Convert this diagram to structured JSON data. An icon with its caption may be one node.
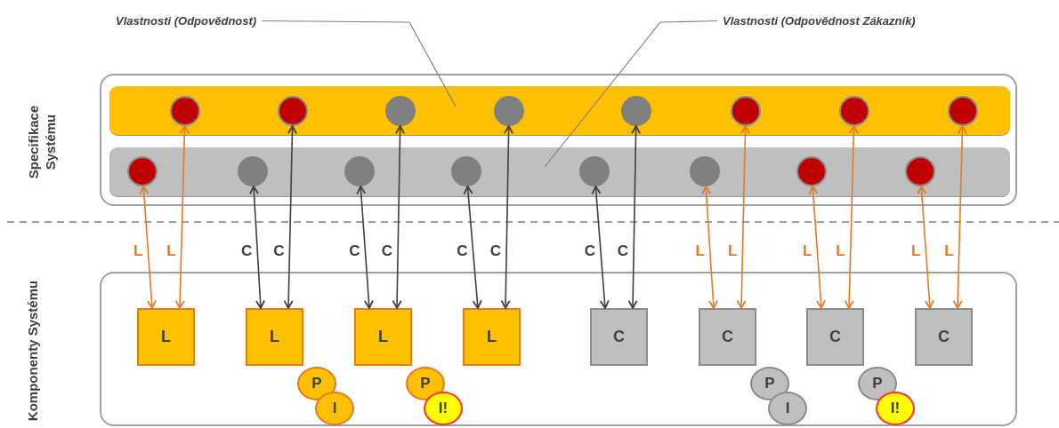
{
  "diagram": {
    "nodes": [
      {
        "text": [
          "Vlastnosti (Odpovědnost)"
        ]
      },
      {
        "text": [
          "Vlastnosti (Odpovědnost Zákazník)"
        ]
      },
      {
        "text": [
          "Specifikace Systému"
        ]
      },
      {
        "text": [],
        "shape": "bar",
        "in": 2
      },
      {
        "text": [],
        "shape": "circle",
        "in": 3
      },
      {
        "text": [],
        "shape": "circle",
        "in": 3
      },
      {
        "text": [],
        "shape": "circle",
        "in": 3
      },
      {
        "text": [],
        "shape": "circle",
        "in": 3
      },
      {
        "text": [],
        "shape": "circle",
        "in": 3
      },
      {
        "text": [],
        "shape": "circle",
        "in": 3
      },
      {
        "text": [],
        "shape": "circle",
        "in": 3
      },
      {
        "text": [],
        "shape": "circle",
        "in": 3
      },
      {
        "text": [],
        "shape": "bar",
        "in": 2
      },
      {
        "text": [],
        "shape": "circle",
        "in": 12
      },
      {
        "text": [],
        "shape": "circle",
        "in": 12
      },
      {
        "text": [],
        "shape": "circle",
        "in": 12
      },
      {
        "text": [],
        "shape": "circle",
        "in": 12
      },
      {
        "text": [],
        "shape": "circle",
        "in": 12
      },
      {
        "text": [],
        "shape": "circle",
        "in": 12
      },
      {
        "text": [],
        "shape": "circle",
        "in": 12
      },
      {
        "text": [],
        "shape": "circle",
        "in": 12
      },
      {
        "text": [
          "Komponenty Systému"
        ]
      },
      {
        "text": [
          "L"
        ],
        "in": 21
      },
      {
        "text": [
          "L"
        ],
        "in": 21
      },
      {
        "text": [
          "P"
        ],
        "in": 21
      },
      {
        "text": [
          "I"
        ],
        "in": 21
      },
      {
        "text": [
          "L"
        ],
        "in": 21
      },
      {
        "text": [
          "P"
        ],
        "in": 21
      },
      {
        "text": [
          "I!"
        ],
        "in": 21
      },
      {
        "text": [
          "L"
        ],
        "in": 21
      },
      {
        "text": [
          "C"
        ],
        "in": 21
      },
      {
        "text": [
          "C"
        ],
        "in": 21
      },
      {
        "text": [
          "P"
        ],
        "in": 21
      },
      {
        "text": [
          "I"
        ],
        "in": 21
      },
      {
        "text": [
          "C"
        ],
        "in": 21
      },
      {
        "text": [
          "P"
        ],
        "in": 21
      },
      {
        "text": [
          "I!"
        ],
        "in": 21
      },
      {
        "text": [
          "C"
        ],
        "in": 21
      }
    ],
    "edges": [
      {
        "from": 13,
        "to": 22,
        "arrow": "both",
        "label": "L"
      },
      {
        "from": 4,
        "to": 22,
        "arrow": "both",
        "label": "L"
      },
      {
        "from": 14,
        "to": 23,
        "arrow": "both",
        "label": "C",
        "color": "#404040"
      },
      {
        "from": 5,
        "to": 23,
        "arrow": "both",
        "label": "C",
        "color": "#404040"
      },
      {
        "from": 15,
        "to": 26,
        "arrow": "both",
        "label": "C",
        "color": "#404040"
      },
      {
        "from": 6,
        "to": 26,
        "arrow": "both",
        "label": "C",
        "color": "#404040"
      },
      {
        "from": 16,
        "to": 29,
        "arrow": "both",
        "label": "C",
        "color": "#404040"
      },
      {
        "from": 7,
        "to": 29,
        "arrow": "both",
        "label": "C",
        "color": "#404040"
      },
      {
        "from": 17,
        "to": 30,
        "arrow": "both",
        "label": "C",
        "color": "#404040"
      },
      {
        "from": 8,
        "to": 30,
        "arrow": "both",
        "label": "C",
        "color": "#404040"
      },
      {
        "from": 18,
        "to": 31,
        "arrow": "both",
        "label": "L"
      },
      {
        "from": 9,
        "to": 31,
        "arrow": "both",
        "label": "L"
      },
      {
        "from": 19,
        "to": 34,
        "arrow": "both",
        "label": "L"
      },
      {
        "from": 10,
        "to": 34,
        "arrow": "both",
        "label": "L"
      },
      {
        "from": 20,
        "to": 37,
        "arrow": "both",
        "label": "L"
      },
      {
        "from": 11,
        "to": 37,
        "arrow": "both",
        "label": "L"
      },
      {
        "from": 0,
        "to": 3,
        "arrow": "none",
        "color": "#808080"
      },
      {
        "from": 1,
        "to": 12,
        "arrow": "none",
        "color": "#808080"
      }
    ]
  }
}
